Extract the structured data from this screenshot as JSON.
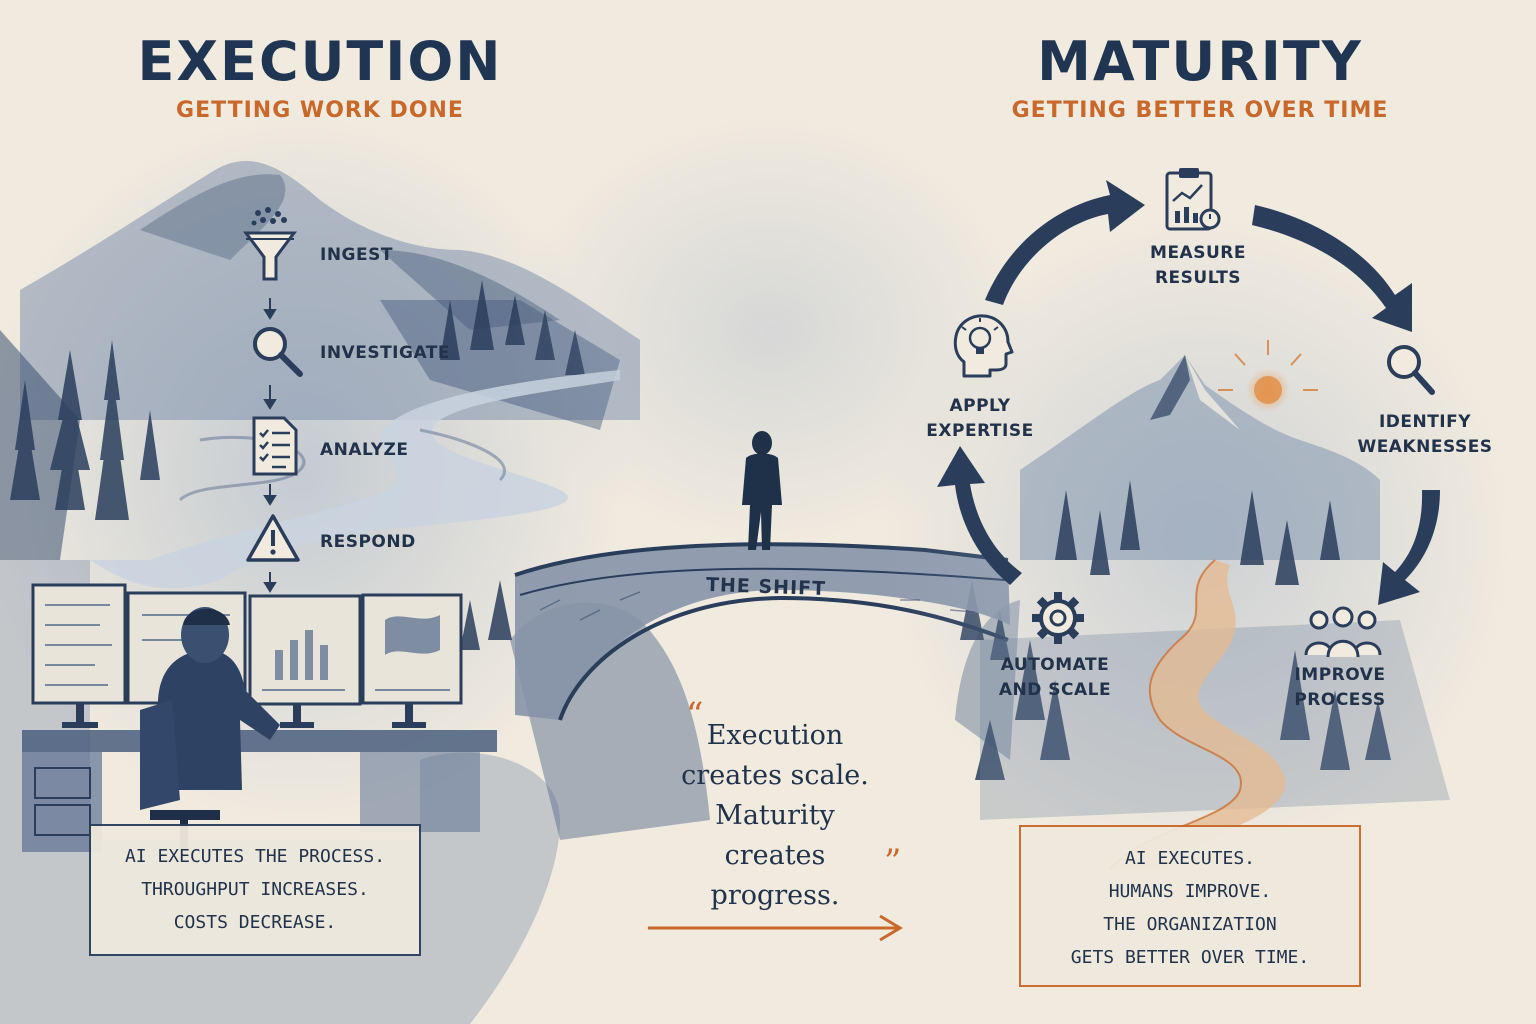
{
  "execution": {
    "title": "EXECUTION",
    "subtitle": "GETTING WORK DONE",
    "steps": [
      {
        "label": "INGEST",
        "icon": "funnel-icon"
      },
      {
        "label": "INVESTIGATE",
        "icon": "magnifier-icon"
      },
      {
        "label": "ANALYZE",
        "icon": "checklist-icon"
      },
      {
        "label": "RESPOND",
        "icon": "warning-icon"
      }
    ],
    "note": [
      "AI EXECUTES THE PROCESS.",
      "THROUGHPUT INCREASES.",
      "COSTS DECREASE."
    ]
  },
  "bridge": {
    "label": "THE SHIFT"
  },
  "quote": {
    "lines": [
      "Execution",
      "creates scale.",
      "Maturity",
      "creates progress."
    ],
    "open_mark": "“",
    "close_mark": "”"
  },
  "maturity": {
    "title": "MATURITY",
    "subtitle": "GETTING BETTER OVER TIME",
    "cycle": [
      {
        "lines": [
          "MEASURE",
          "RESULTS"
        ],
        "icon": "clipboard-chart-icon"
      },
      {
        "lines": [
          "IDENTIFY",
          "WEAKNESSES"
        ],
        "icon": "magnifier-icon"
      },
      {
        "lines": [
          "IMPROVE",
          "PROCESS"
        ],
        "icon": "team-icon"
      },
      {
        "lines": [
          "AUTOMATE",
          "AND SCALE"
        ],
        "icon": "gear-icon"
      },
      {
        "lines": [
          "APPLY",
          "EXPERTISE"
        ],
        "icon": "head-lightbulb-icon"
      }
    ],
    "note": [
      "AI EXECUTES.",
      "HUMANS IMPROVE.",
      "THE ORGANIZATION",
      "GETS BETTER OVER TIME."
    ]
  },
  "colors": {
    "ink": "#24344d",
    "accent": "#c8682a",
    "paper": "#f1ebdf",
    "wash": "#8fa0b8"
  }
}
